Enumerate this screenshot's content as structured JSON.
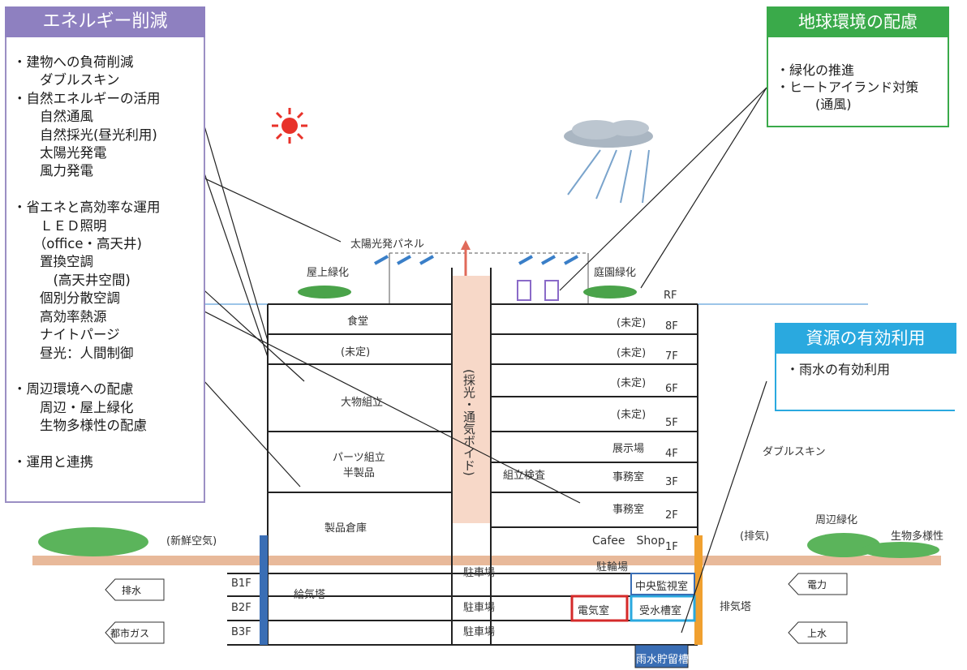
{
  "energy_panel": {
    "title": "エネルギー削減",
    "body": "・建物への負荷削減\n　　ダブルスキン\n・自然エネルギーの活用\n　　自然通風\n　　自然採光(昼光利用)\n　　太陽光発電\n　　風力発電\n\n・省エネと高効率な運用\n　　ＬＥＤ照明\n　　（office・高天井)\n　　置換空調\n　　　(高天井空間)\n　　個別分散空調\n　　高効率熱源\n　　ナイトパージ\n　　昼光：人間制御\n\n・周辺環境への配慮\n　　周辺・屋上緑化\n　　生物多様性の配慮\n\n・運用と連携"
  },
  "env_panel": {
    "title": "地球環境の配慮",
    "body": "・緑化の推進\n・ヒートアイランド対策\n　　　(通風)"
  },
  "resource_panel": {
    "title": "資源の有効利用",
    "body": "・雨水の有効利用"
  },
  "labels": {
    "solar_panel": "太陽光発パネル",
    "roof_green_left": "屋上緑化",
    "roof_green_right": "庭園緑化",
    "dining": "食堂",
    "undecided": "(未定)",
    "large_assembly": "大物組立",
    "parts_assembly": "パーツ組立\n半製品",
    "void": "(採光・通気ボイド)",
    "assembly_inspection": "組立検査",
    "product_warehouse": "製品倉庫",
    "cafe": "Cafee　Shop",
    "exhibition": "展示場",
    "office": "事務室",
    "fresh_air": "(新鮮空気)",
    "exhaust_air": "(排気)",
    "double_skin": "ダブルスキン",
    "surround_green": "周辺緑化",
    "biodiversity": "生物多様性",
    "bicycle": "駐輪場",
    "parking": "駐車場",
    "supply_tower": "給気塔",
    "exhaust_tower": "排気塔",
    "central_monitor": "中央監視室",
    "electric_room": "電気室",
    "water_tank": "受水槽室",
    "rain_tank": "雨水貯留槽"
  },
  "floors": [
    "RF",
    "8F",
    "7F",
    "6F",
    "5F",
    "4F",
    "3F",
    "2F",
    "1F"
  ],
  "basement": [
    "B1F",
    "B2F",
    "B3F"
  ],
  "flows_left": [
    "排水",
    "都市ガス"
  ],
  "flows_right": [
    "電力",
    "上水"
  ],
  "colors": {
    "energy": "#8e80c0",
    "env": "#3aaa4a",
    "resource": "#2aa9df",
    "ground": "#e8b99a",
    "void": "#f7d8c8",
    "sun": "#e8322a"
  }
}
